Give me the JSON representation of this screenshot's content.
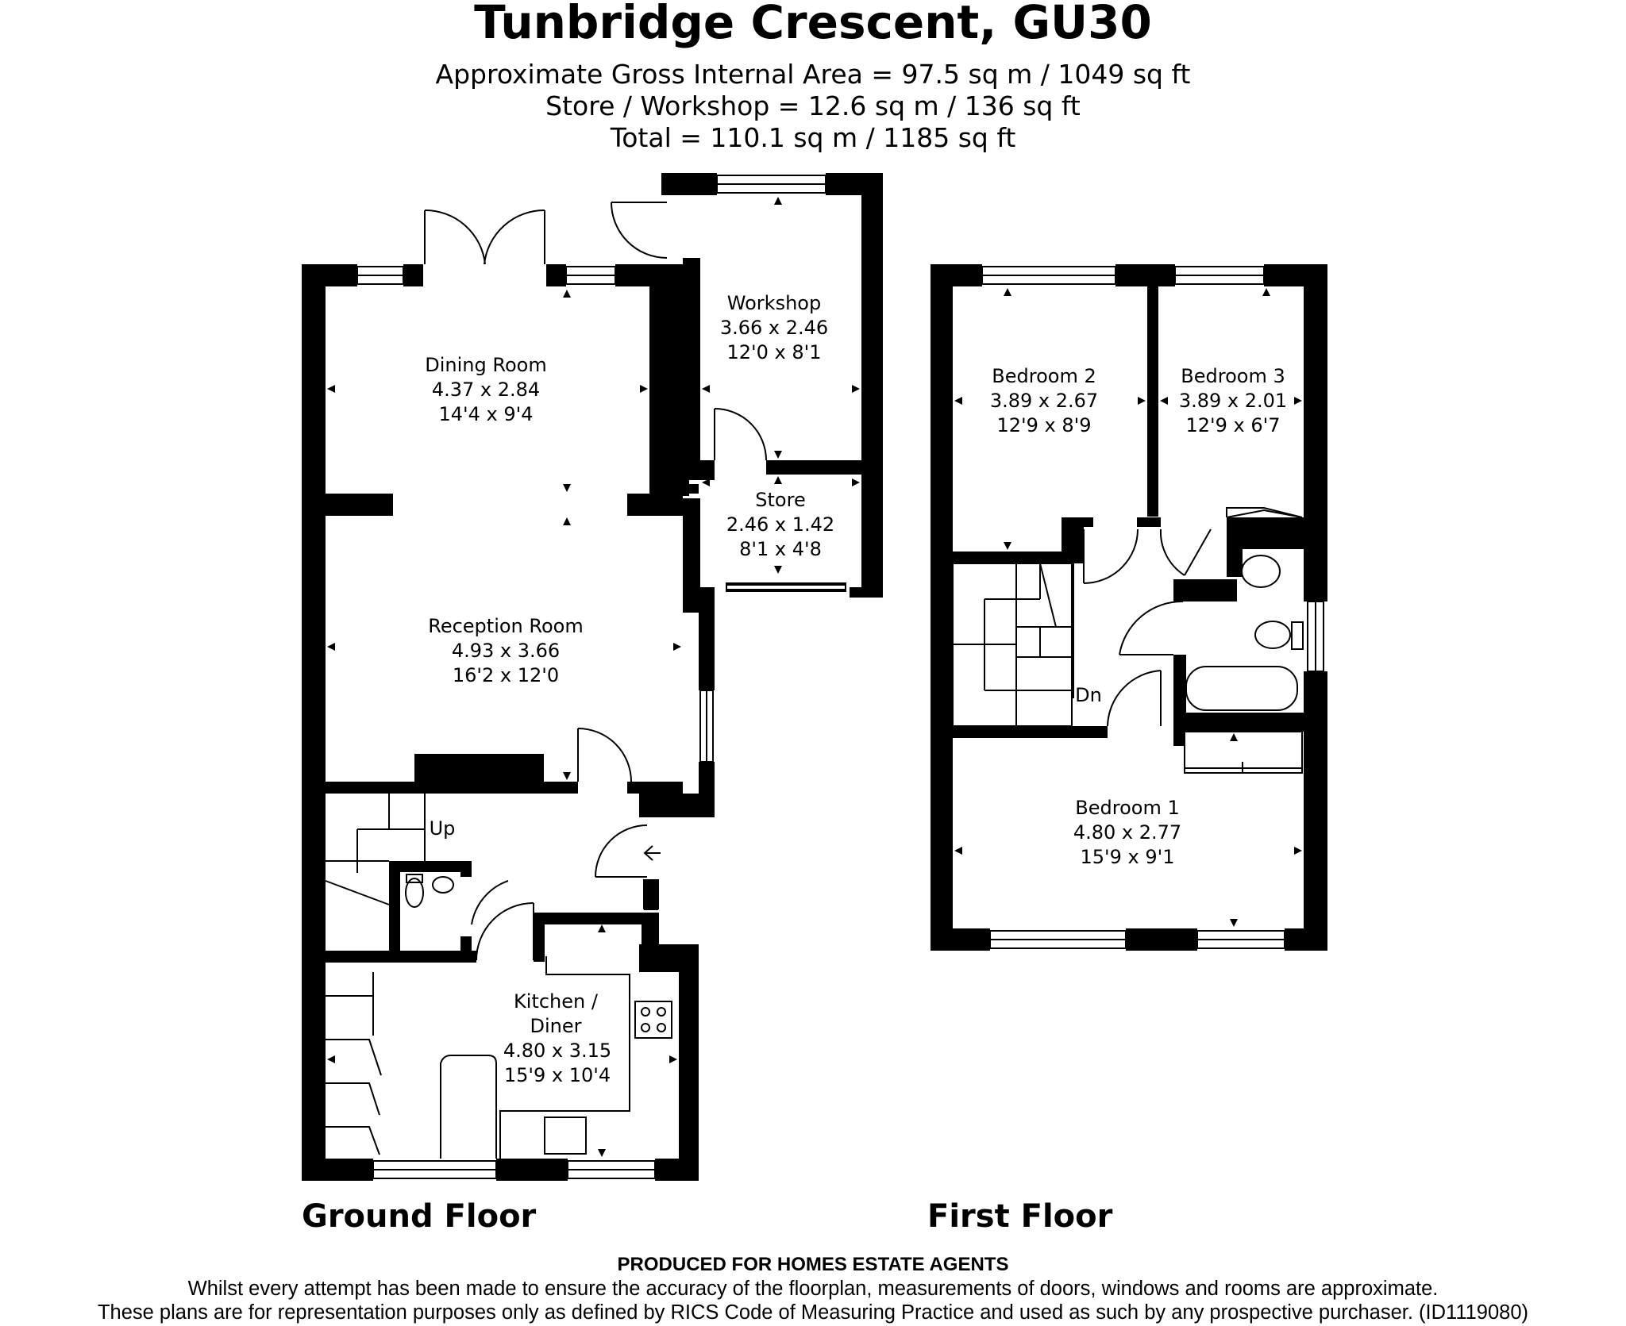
{
  "title": "Tunbridge Crescent, GU30",
  "areas": [
    "Approximate Gross Internal Area = 97.5 sq m / 1049 sq ft",
    "Store / Workshop = 12.6 sq m / 136 sq ft",
    "Total = 110.1 sq m / 1185 sq ft"
  ],
  "rooms": {
    "workshop": [
      "Workshop",
      "3.66 x 2.46",
      "12'0 x 8'1"
    ],
    "dining": [
      "Dining Room",
      "4.37 x 2.84",
      "14'4 x 9'4"
    ],
    "store": [
      "Store",
      "2.46 x 1.42",
      "8'1 x 4'8"
    ],
    "reception": [
      "Reception Room",
      "4.93 x 3.66",
      "16'2 x 12'0"
    ],
    "kitchen": [
      "Kitchen /",
      "Diner",
      "4.80 x 3.15",
      "15'9 x 10'4"
    ],
    "bedroom2": [
      "Bedroom 2",
      "3.89 x 2.67",
      "12'9 x 8'9"
    ],
    "bedroom3": [
      "Bedroom 3",
      "3.89 x 2.01",
      "12'9 x 6'7"
    ],
    "bedroom1": [
      "Bedroom 1",
      "4.80 x 2.77",
      "15'9 x 9'1"
    ]
  },
  "stairs": {
    "up": "Up",
    "down": "Dn"
  },
  "floors": {
    "ground": "Ground Floor",
    "first": "First Floor"
  },
  "disclaimer": {
    "heading": "PRODUCED FOR HOMES ESTATE AGENTS",
    "line1": "Whilst every attempt has been made to ensure the accuracy of the floorplan, measurements of doors, windows and rooms are approximate.",
    "line2": "These plans are for representation purposes only as defined by RICS Code of Measuring Practice and used as such by any prospective purchaser. (ID1119080)"
  }
}
